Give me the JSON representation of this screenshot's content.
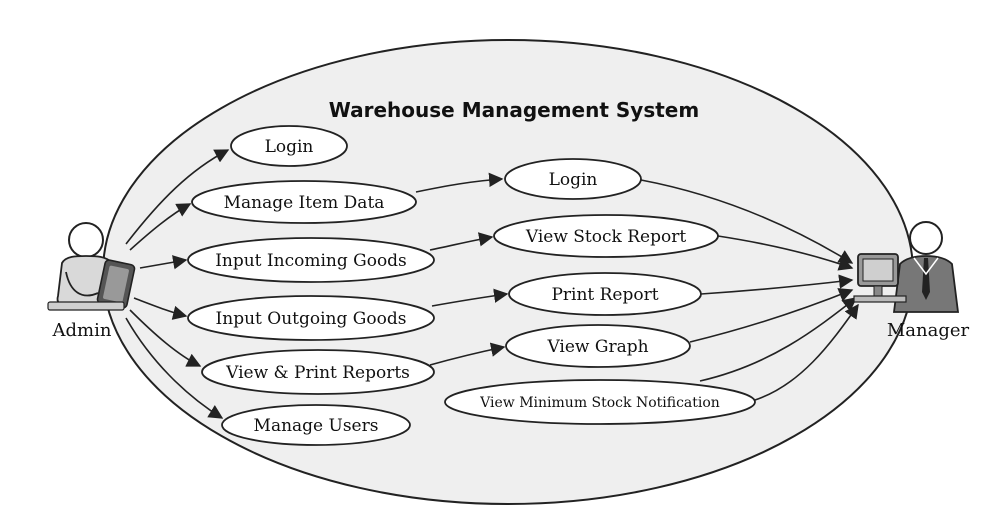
{
  "diagram": {
    "title": "Warehouse Management System",
    "actors": {
      "admin": {
        "label": "Admin"
      },
      "manager": {
        "label": "Manager"
      }
    },
    "admin_use_cases": [
      "Login",
      "Manage Item Data",
      "Input Incoming Goods",
      "Input Outgoing Goods",
      "View & Print Reports",
      "Manage Users"
    ],
    "manager_use_cases": [
      "Login",
      "View Stock Report",
      "Print Report",
      "View Graph",
      "View Minimum Stock Notification"
    ],
    "colors": {
      "system_fill": "#efefef",
      "use_case_fill": "#ffffff",
      "stroke": "#222222"
    }
  }
}
